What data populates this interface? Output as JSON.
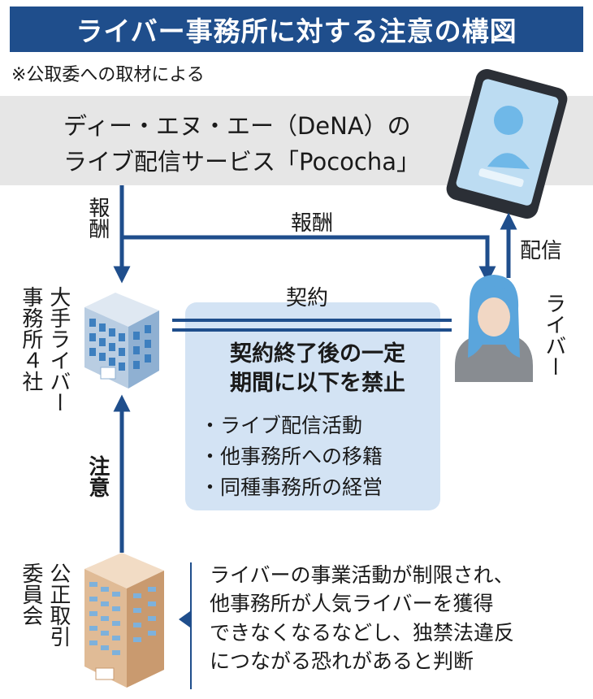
{
  "title": "ライバー事務所に対する注意の構図",
  "source_note": "※公取委への取材による",
  "platform": {
    "line1": "ディー・エヌ・エー（DeNA）の",
    "line2": "ライブ配信サービス「Pococha」"
  },
  "labels": {
    "reward_left": "報酬",
    "reward_right": "報酬",
    "contract": "契約",
    "distribution": "配信",
    "caution": "注意"
  },
  "agencies": {
    "label_col1": "大手ライバー",
    "label_col2": "事務所４社"
  },
  "ftc": {
    "label_col1": "公正取引",
    "label_col2": "委員会"
  },
  "liver": {
    "label": "ライバー"
  },
  "contract_box": {
    "heading_line1": "契約終了後の一定",
    "heading_line2": "期間に以下を禁止",
    "items": [
      "・ライブ配信活動",
      "・他事務所への移籍",
      "・同種事務所の経営"
    ]
  },
  "conclusion": {
    "lines": [
      "ライバーの事業活動が制限され、",
      "他事務所が人気ライバーを獲得",
      "できなくなるなどし、独禁法違反",
      "につながる恐れがあると判断"
    ]
  },
  "colors": {
    "title_bg": "#1f4e8c",
    "arrow": "#1f4e8c",
    "contract_box_bg": "#d3e3f4",
    "band_bg": "#e6e6e6"
  },
  "icons": [
    "smartphone-icon",
    "office-building-icon",
    "person-icon",
    "ftc-building-icon"
  ]
}
